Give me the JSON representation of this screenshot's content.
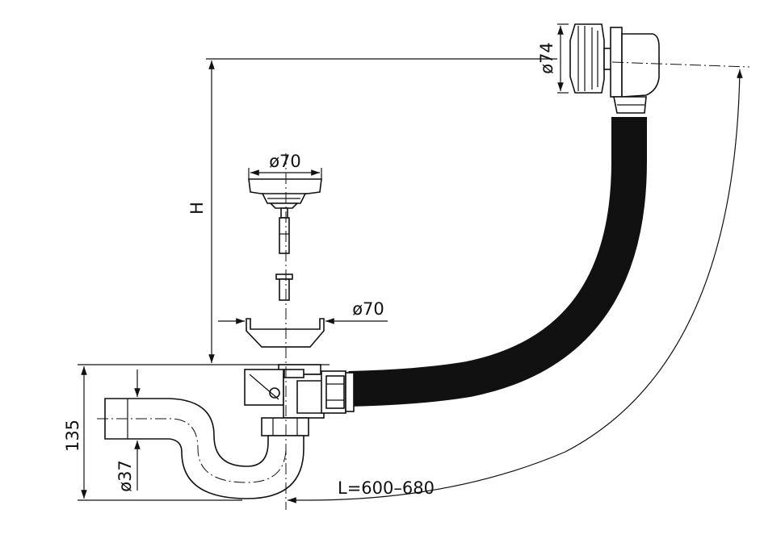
{
  "dimensions": {
    "overflow_diameter": "ø74",
    "plug_diameter": "ø70",
    "strainer_diameter": "ø70",
    "height_label": "H",
    "trap_height": "135",
    "outlet_diameter": "ø37",
    "length_range": "L=600–680"
  },
  "colors": {
    "line": "#111111",
    "background": "#ffffff"
  }
}
